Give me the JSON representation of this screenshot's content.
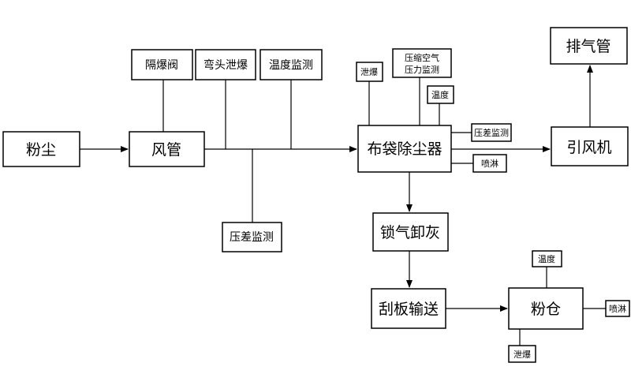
{
  "nodes": {
    "dust": "粉尘",
    "duct": "风管",
    "isolation_valve": "隔爆阀",
    "elbow_vent": "弯头泄爆",
    "temp_monitor": "温度监测",
    "pressure_diff_monitor_duct": "压差监测",
    "bag_filter": "布袋除尘器",
    "vent_small": "泄爆",
    "compressed_air_line1": "压缩空气",
    "compressed_air_line2": "压力监测",
    "temp_small": "温度",
    "pressure_diff_small": "压差监测",
    "spray_small": "喷淋",
    "induced_fan": "引风机",
    "exhaust_pipe": "排气管",
    "airlock_unloader": "锁气卸灰",
    "scraper_conveyor": "刮板输送",
    "powder_silo": "粉仓",
    "silo_temp": "温度",
    "silo_spray": "喷淋",
    "silo_vent": "泄爆"
  }
}
